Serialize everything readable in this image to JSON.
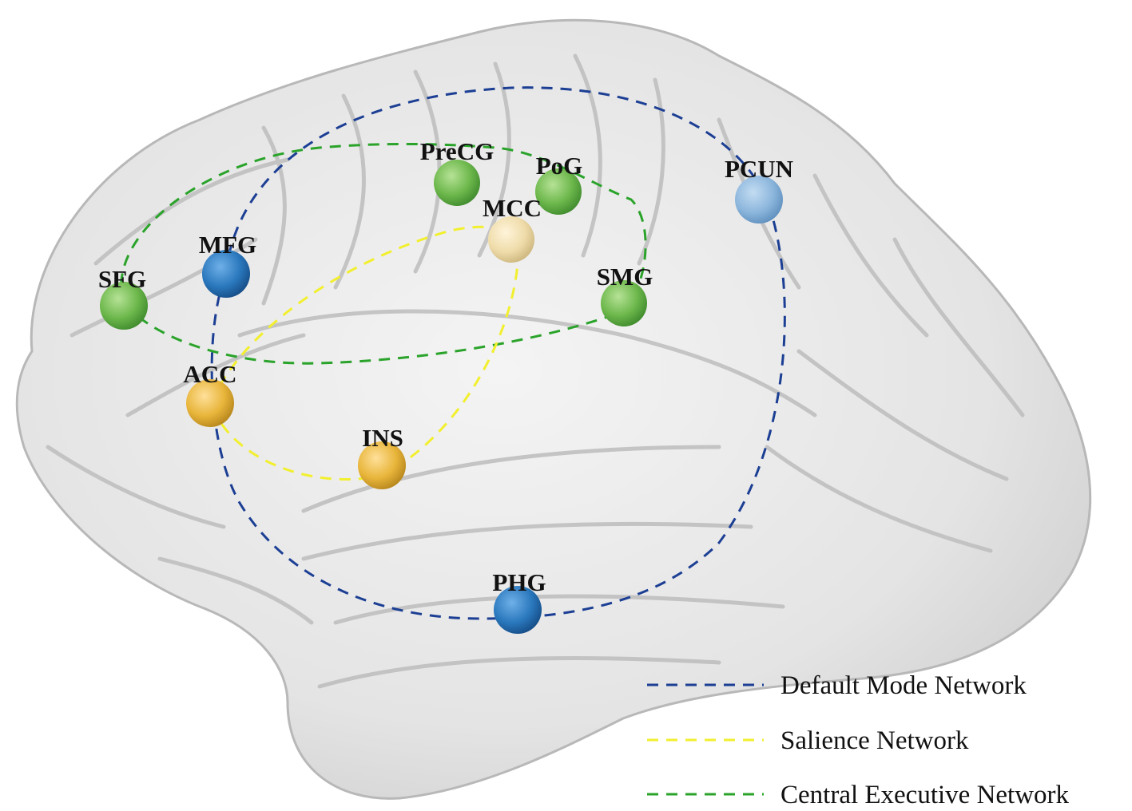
{
  "regions": [
    {
      "id": "precg",
      "label": "PreCG",
      "network": "cen"
    },
    {
      "id": "pog",
      "label": "PoG",
      "network": "cen"
    },
    {
      "id": "pcun",
      "label": "PCUN",
      "network": "dmn"
    },
    {
      "id": "mcc",
      "label": "MCC",
      "network": "sn"
    },
    {
      "id": "mfg",
      "label": "MFG",
      "network": "dmn"
    },
    {
      "id": "sfg",
      "label": "SFG",
      "network": "cen"
    },
    {
      "id": "smg",
      "label": "SMG",
      "network": "cen"
    },
    {
      "id": "acc",
      "label": "ACC",
      "network": "sn"
    },
    {
      "id": "ins",
      "label": "INS",
      "network": "sn"
    },
    {
      "id": "phg",
      "label": "PHG",
      "network": "dmn"
    }
  ],
  "legend": [
    {
      "id": "dmn",
      "label": "Default Mode Network",
      "color": "#1c3f94"
    },
    {
      "id": "sn",
      "label": "Salience Network",
      "color": "#f2ef2e"
    },
    {
      "id": "cen",
      "label": "Central Executive Network",
      "color": "#2aa32a"
    }
  ],
  "node_colors": {
    "dmn_node": "#2f7fc0",
    "sn_node": "#e8b53a",
    "cen_node": "#7ec45a",
    "mcc_node": "#f1dfae",
    "pcun_node": "#8fb9de"
  }
}
